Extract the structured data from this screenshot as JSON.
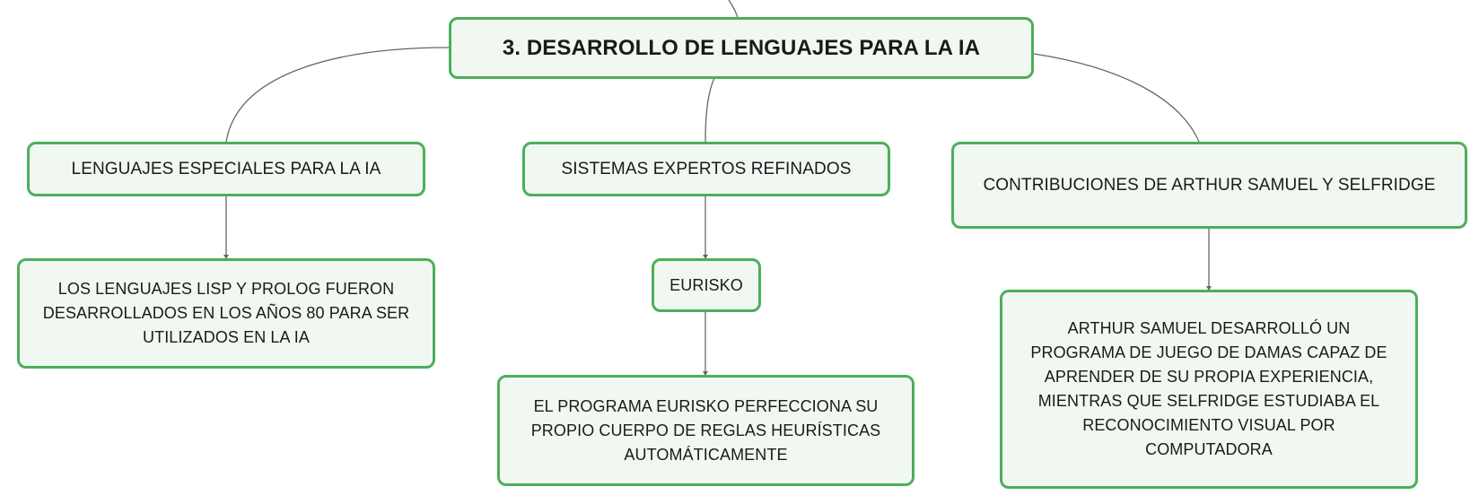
{
  "root": {
    "title": "3. DESARROLLO DE LENGUAJES PARA LA IA"
  },
  "branches": [
    {
      "label": "LENGUAJES ESPECIALES PARA LA IA",
      "detail": "LOS LENGUAJES LISP Y PROLOG FUERON DESARROLLADOS EN LOS AÑOS 80 PARA SER UTILIZADOS EN LA IA"
    },
    {
      "label": "SISTEMAS EXPERTOS REFINADOS",
      "child": "EURISKO",
      "detail": "EL PROGRAMA EURISKO PERFECCIONA SU PROPIO CUERPO DE REGLAS HEURÍSTICAS AUTOMÁTICAMENTE"
    },
    {
      "label": "CONTRIBUCIONES DE ARTHUR SAMUEL Y SELFRIDGE",
      "detail": "ARTHUR SAMUEL DESARROLLÓ UN PROGRAMA DE JUEGO DE DAMAS CAPAZ DE APRENDER DE SU PROPIA EXPERIENCIA, MIENTRAS QUE SELFRIDGE ESTUDIABA EL RECONOCIMIENTO VISUAL POR COMPUTADORA"
    }
  ],
  "colors": {
    "node_border": "#4caf5a",
    "node_fill": "#f1f8f2",
    "connector": "#666666"
  }
}
